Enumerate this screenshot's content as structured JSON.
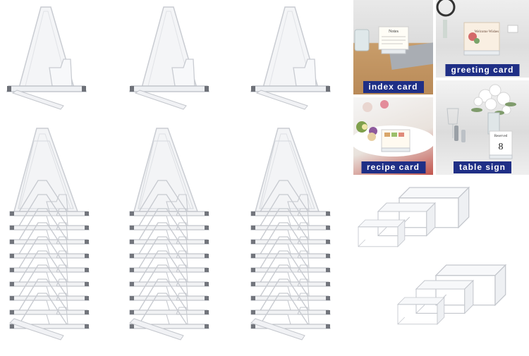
{
  "labels": {
    "index_card": "index card",
    "greeting_card": "greeting card",
    "recipe_card": "recipe card",
    "table_sign": "table sign"
  },
  "card_text": {
    "notes": "Notes",
    "welcome": "Welcome Wishes",
    "reserved": "Reserved",
    "table_number": "8"
  },
  "colors": {
    "banner_bg": "#1f2f86",
    "banner_text": "#ffffff",
    "acrylic": "#c9ccd2"
  }
}
